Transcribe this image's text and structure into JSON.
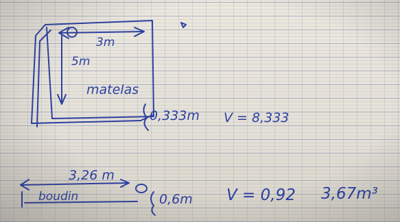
{
  "sketch1": {
    "dim_top": "3m",
    "dim_side": "5m",
    "label": "matelas",
    "height": "0,333m",
    "volume": "V = 8,333"
  },
  "sketch2": {
    "dim_length": "3,26 m",
    "label": "boudin",
    "diameter": "0,6m",
    "volume_left": "V = 0,92",
    "volume_right": "3,67m³"
  },
  "colors": {
    "ink": "#2c3fa0",
    "paper": "#e9e5da",
    "grid": "#7887af"
  }
}
